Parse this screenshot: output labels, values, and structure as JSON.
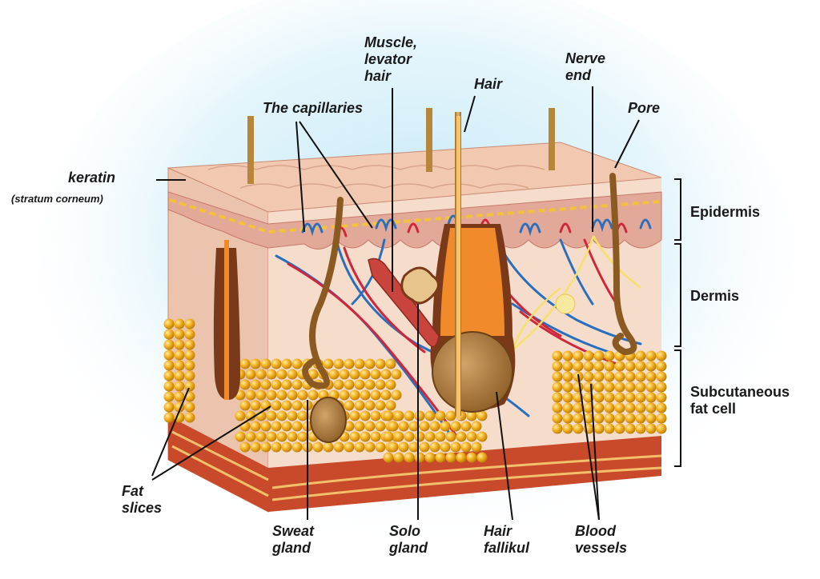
{
  "labels": {
    "muscle_levator_hair": [
      "Muscle,",
      "levator",
      "hair"
    ],
    "hair": "Hair",
    "nerve_end": [
      "Nerve",
      "end"
    ],
    "pore": "Pore",
    "capillaries": "The capillaries",
    "keratin": "keratin",
    "stratum_corneum": "(stratum corneum)",
    "fat_slices": [
      "Fat",
      "slices"
    ],
    "sweat_gland": [
      "Sweat",
      "gland"
    ],
    "solo_gland": [
      "Solo",
      "gland"
    ],
    "hair_follicle": [
      "Hair",
      "fallikul"
    ],
    "blood_vessels": [
      "Blood",
      "vessels"
    ]
  },
  "layers": {
    "epidermis": "Epidermis",
    "dermis": "Dermis",
    "subcutaneous": [
      "Subcutaneous",
      "fat cell"
    ]
  },
  "colors": {
    "skin_surface": "#f2c9b0",
    "dermis": "#f6dccb",
    "side_face": "#ecc3ac",
    "epidermis_band": "#e3a998",
    "fat": "#f2b01e",
    "muscle_base": "#c84a2a",
    "vein": "#2a6fbf",
    "artery": "#d0263a",
    "nerve": "#f5e16a",
    "gland_brown": "#a8742c",
    "hair": "#c99a4a",
    "glow": "#bfe6f5"
  }
}
